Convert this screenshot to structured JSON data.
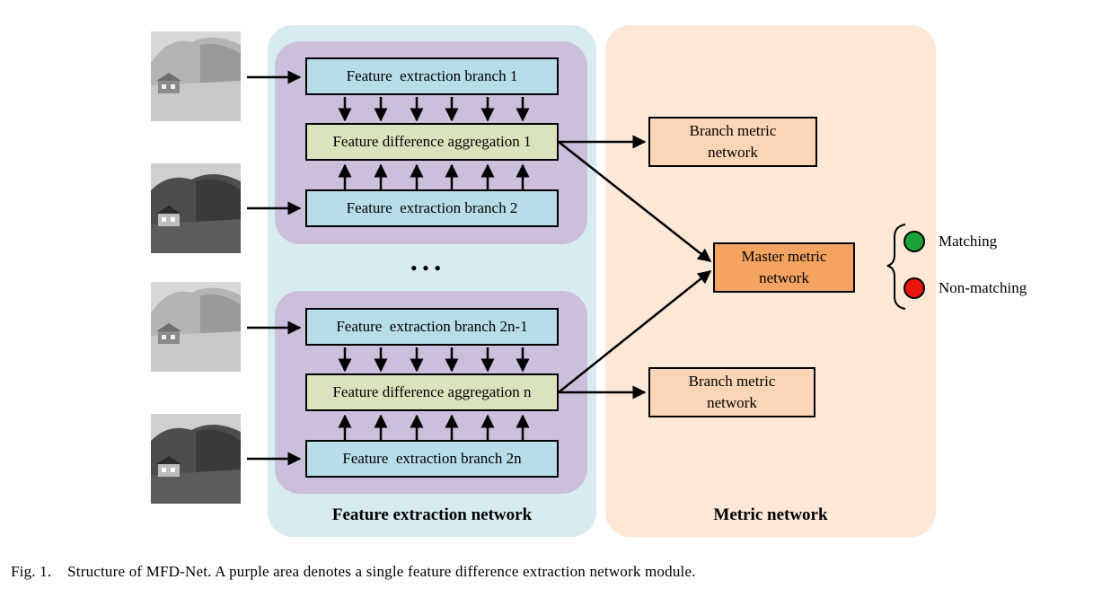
{
  "panels": {
    "feature_network_label": "Feature extraction network",
    "metric_network_label": "Metric network"
  },
  "module1": {
    "branch_top": "Feature  extraction branch 1",
    "aggregation": "Feature difference aggregation 1",
    "branch_bottom": "Feature  extraction branch 2"
  },
  "module_n": {
    "branch_top": "Feature  extraction branch 2n-1",
    "aggregation": "Feature difference aggregation n",
    "branch_bottom": "Feature  extraction branch 2n"
  },
  "metric": {
    "branch_metric_1": "Branch metric network",
    "branch_metric_n": "Branch metric network",
    "master_metric": "Master metric network"
  },
  "outputs": {
    "matching": "Matching",
    "non_matching": "Non-matching",
    "matching_color": "#1aa33a",
    "non_matching_color": "#e8150f"
  },
  "ellipsis": "•   •   •",
  "caption": "Fig. 1.    Structure of MFD-Net. A purple area denotes a single feature difference extraction network module.",
  "colors": {
    "feature_panel": "#d7ebf1",
    "module_panel": "#cbbfdc",
    "metric_panel": "#fde8d8"
  }
}
